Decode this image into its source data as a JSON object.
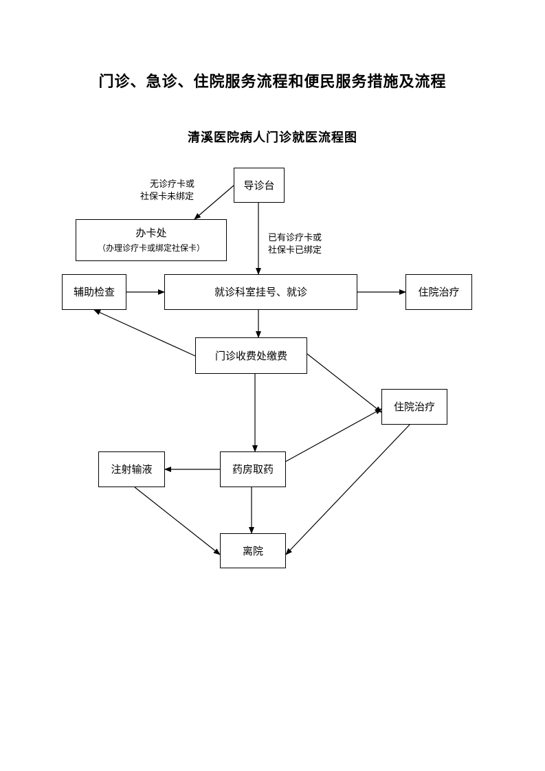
{
  "title": "门诊、急诊、住院服务流程和便民服务措施及流程",
  "subtitle": "清溪医院病人门诊就医流程图",
  "nodes": {
    "guide_desk": "导诊台",
    "card_office": "办卡处",
    "card_office_note": "（办理诊疗卡或绑定社保卡）",
    "registration": "就诊科室挂号、就诊",
    "aux_exam": "辅助检查",
    "inpatient_1": "住院治疗",
    "payment": "门诊收费处缴费",
    "inpatient_2": "住院治疗",
    "pharmacy": "药房取药",
    "infusion": "注射输液",
    "discharge": "离院"
  },
  "edge_labels": {
    "no_card_line1": "无诊疗卡或",
    "no_card_line2": "社保卡未绑定",
    "has_card_line1": "已有诊疗卡或",
    "has_card_line2": "社保卡已绑定"
  }
}
